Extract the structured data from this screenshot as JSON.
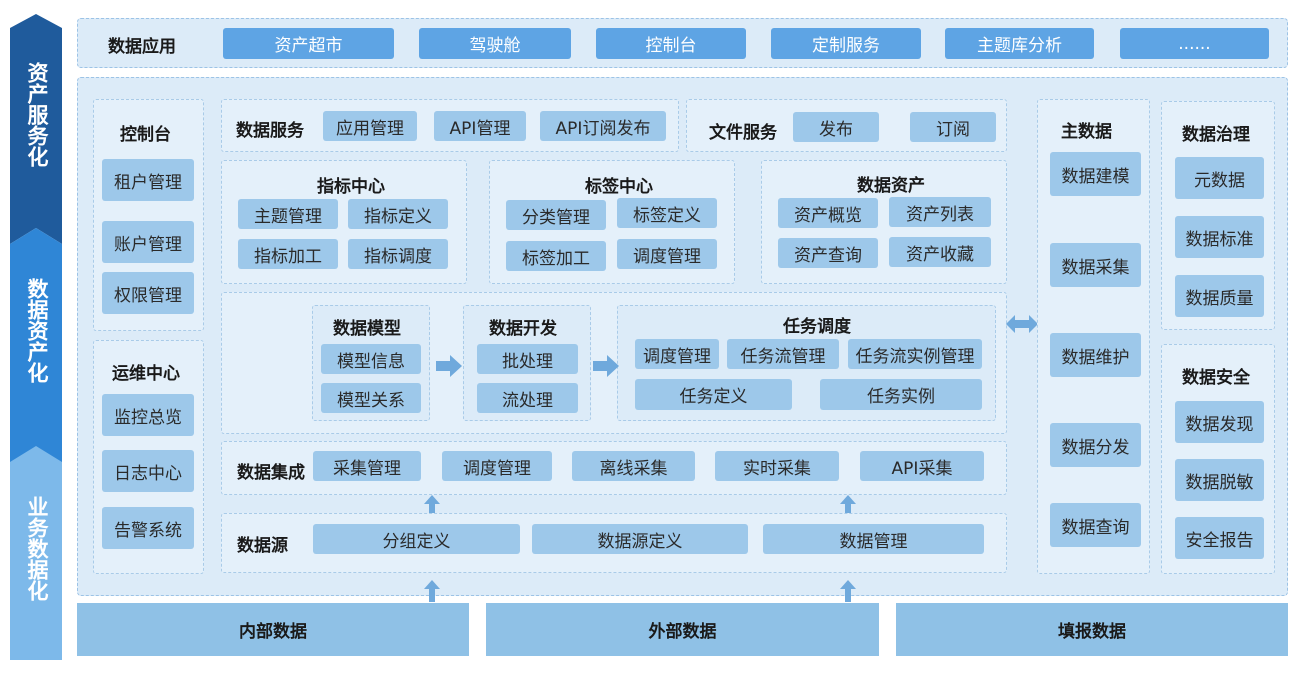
{
  "bands": [
    "资产服务化",
    "数据资产化",
    "业务数据化"
  ],
  "top_row": {
    "title": "数据应用",
    "items": [
      "资产超市",
      "驾驶舱",
      "控制台",
      "定制服务",
      "主题库分析",
      "......"
    ]
  },
  "console": {
    "title": "控制台",
    "items": [
      "租户管理",
      "账户管理",
      "权限管理"
    ]
  },
  "ops": {
    "title": "运维中心",
    "items": [
      "监控总览",
      "日志中心",
      "告警系统"
    ]
  },
  "data_service": {
    "title": "数据服务",
    "items": [
      "应用管理",
      "API管理",
      "API订阅发布"
    ]
  },
  "file_service": {
    "title": "文件服务",
    "items": [
      "发布",
      "订阅"
    ]
  },
  "metric_center": {
    "title": "指标中心",
    "items": [
      "主题管理",
      "指标定义",
      "指标加工",
      "指标调度"
    ]
  },
  "tag_center": {
    "title": "标签中心",
    "items": [
      "分类管理",
      "标签定义",
      "标签加工",
      "调度管理"
    ]
  },
  "data_asset": {
    "title": "数据资产",
    "items": [
      "资产概览",
      "资产列表",
      "资产查询",
      "资产收藏"
    ]
  },
  "data_model": {
    "title": "数据模型",
    "items": [
      "模型信息",
      "模型关系"
    ]
  },
  "data_dev": {
    "title": "数据开发",
    "items": [
      "批处理",
      "流处理"
    ]
  },
  "task_schedule": {
    "title": "任务调度",
    "items": [
      "调度管理",
      "任务流管理",
      "任务流实例管理",
      "任务定义",
      "任务实例"
    ]
  },
  "integration": {
    "title": "数据集成",
    "items": [
      "采集管理",
      "调度管理",
      "离线采集",
      "实时采集",
      "API采集"
    ]
  },
  "data_source": {
    "title": "数据源",
    "items": [
      "分组定义",
      "数据源定义",
      "数据管理"
    ]
  },
  "master_data": {
    "title": "主数据",
    "items": [
      "数据建模",
      "数据采集",
      "数据维护",
      "数据分发",
      "数据查询"
    ]
  },
  "governance": {
    "title": "数据治理",
    "items": [
      "元数据",
      "数据标准",
      "数据质量"
    ]
  },
  "security": {
    "title": "数据安全",
    "items": [
      "数据发现",
      "数据脱敏",
      "安全报告"
    ]
  },
  "bottom_row": [
    "内部数据",
    "外部数据",
    "填报数据"
  ],
  "colors": {
    "band_top": "#1f5b9c",
    "band_mid": "#2f86d6",
    "band_bottom": "#7db9ea",
    "chip": "#9dc8ea",
    "chip_top": "#5ea4e4",
    "panel_bg": "#dcebf8"
  }
}
